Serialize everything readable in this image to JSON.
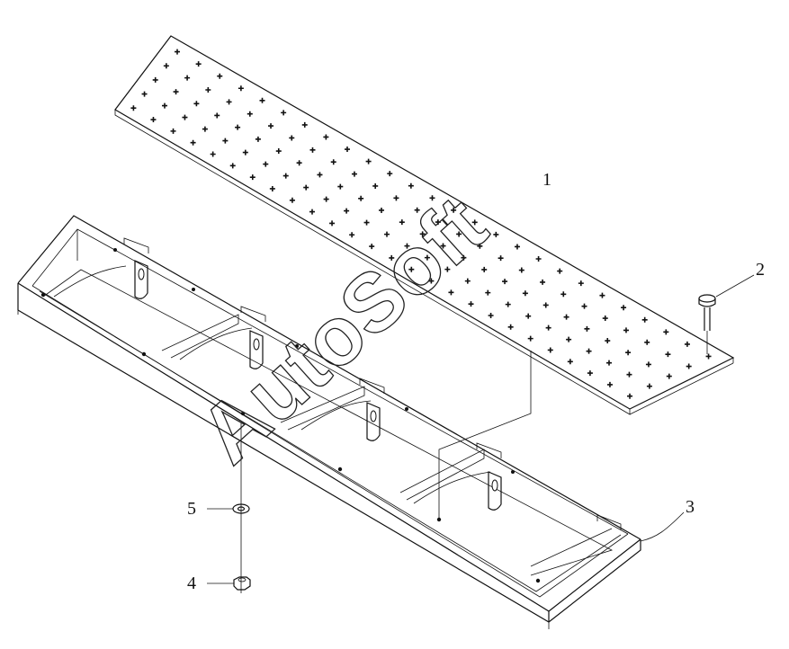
{
  "diagram": {
    "watermark": "AutoSoft",
    "callouts": [
      {
        "id": "1",
        "label": "1"
      },
      {
        "id": "2",
        "label": "2"
      },
      {
        "id": "3",
        "label": "3"
      },
      {
        "id": "4",
        "label": "4"
      },
      {
        "id": "5",
        "label": "5"
      }
    ]
  }
}
